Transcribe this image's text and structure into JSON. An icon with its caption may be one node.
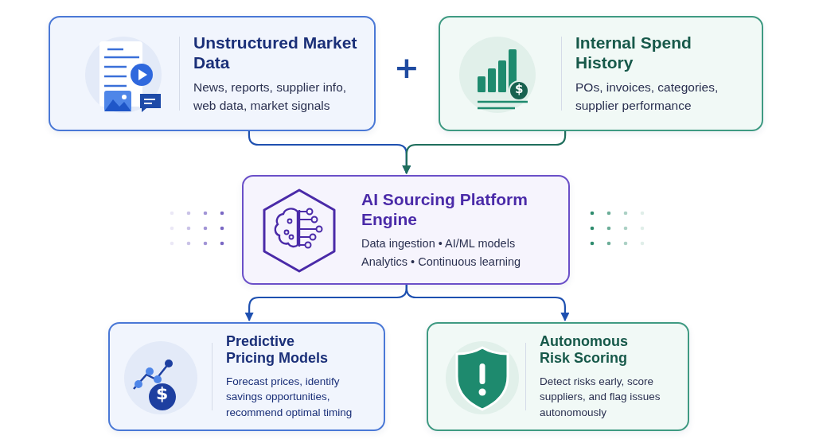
{
  "diagram": {
    "nodes": [
      {
        "text": [
          "Unstructured Market Data",
          "News, reports, supplier info, web data, market signals"
        ]
      },
      {
        "text": [
          "Internal Spend History",
          "POs, invoices, categories, supplier performance"
        ]
      },
      {
        "text": [
          "AI Sourcing Platform Engine",
          "Data ingestion • AI/ML models",
          "Analytics • Continuous learning"
        ]
      },
      {
        "text": [
          "Predictive Pricing Models",
          "Forecast prices, identify savings opportunities, recommend optimal timing"
        ]
      },
      {
        "text": [
          "Autonomous Risk Scoring",
          "Detect risks early, score suppliers, and flag issues autonomously"
        ]
      }
    ],
    "edges": [
      {
        "from": 0,
        "to": 2,
        "arrow": "to"
      },
      {
        "from": 1,
        "to": 2,
        "arrow": "to",
        "color": "#1f6e5c"
      },
      {
        "from": 2,
        "to": 3,
        "arrow": "to"
      },
      {
        "from": 2,
        "to": 4,
        "arrow": "to"
      }
    ],
    "labels": [
      "+",
      "$",
      "$"
    ]
  }
}
